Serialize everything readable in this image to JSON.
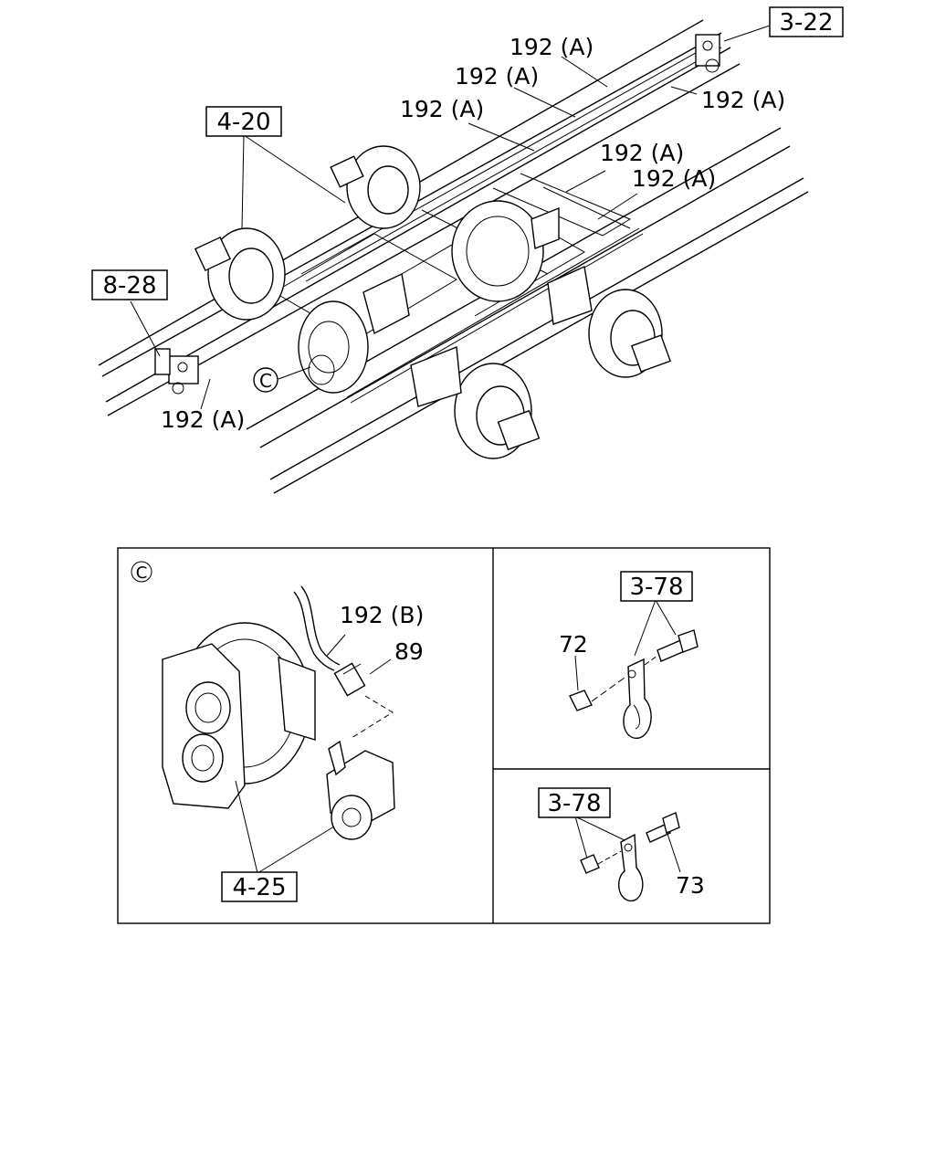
{
  "overview": {
    "ref_top_right": "3-22",
    "ref_axle": "4-20",
    "ref_left": "8-28",
    "callout_c": "C",
    "pipe_label_1": "192 (A)",
    "pipe_label_2": "192 (A)",
    "pipe_label_3": "192 (A)",
    "pipe_label_4": "192 (A)",
    "pipe_label_5": "192 (A)",
    "pipe_label_6": "192 (A)",
    "pipe_label_7": "192 (A)"
  },
  "detail_c": {
    "marker": "C",
    "hose_label": "192 (B)",
    "fitting_label": "89",
    "ref_housing": "4-25"
  },
  "detail_clip_top": {
    "ref": "3-78",
    "nut_label": "72"
  },
  "detail_clip_bottom": {
    "ref": "3-78",
    "bolt_label": "73"
  }
}
